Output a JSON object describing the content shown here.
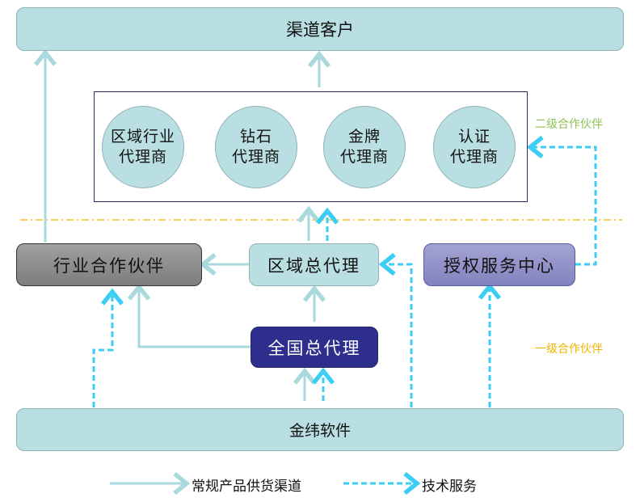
{
  "nodes": {
    "channel_customers": "渠道客户",
    "industry_partner": "行业合作伙伴",
    "regional_agent": "区域总代理",
    "national_agent": "全国总代理",
    "authorized_service_center": "授权服务中心",
    "jinwei_software": "金纬软件"
  },
  "second_tier": {
    "label": "二级合作伙伴",
    "label_color": "#8cc152",
    "agents": [
      {
        "line1": "区域行业",
        "line2": "代理商"
      },
      {
        "line1": "钻石",
        "line2": "代理商"
      },
      {
        "line1": "金牌",
        "line2": "代理商"
      },
      {
        "line1": "认证",
        "line2": "代理商"
      }
    ]
  },
  "first_tier": {
    "label": "一级合作伙伴",
    "label_color": "#f0b400"
  },
  "legend": {
    "supply_channel": "常规产品供货渠道",
    "tech_service": "技术服务"
  },
  "colors": {
    "supply_line": "#a9d9dd",
    "service_line": "#3ccdf5",
    "divider": "#f0b400"
  }
}
